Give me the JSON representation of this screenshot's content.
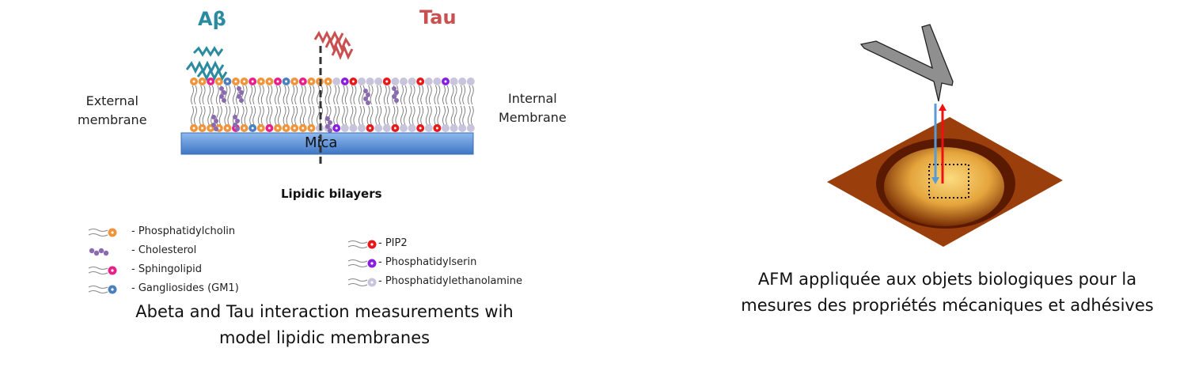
{
  "left_panel": {
    "abeta_label": "Aβ",
    "tau_label": "Tau",
    "external_label_line1": "External",
    "external_label_line2": "membrane",
    "internal_label_line1": "Internal",
    "internal_label_line2": "Membrane",
    "mica_label": "Mica",
    "title": "Lipidic bilayers",
    "legend_left": [
      {
        "label": "- Phosphatidylcholin",
        "color": "#f0943c"
      },
      {
        "label": "- Cholesterol",
        "color": "#8a6bb0"
      },
      {
        "label": "- Sphingolipid",
        "color": "#e8208a"
      },
      {
        "label": "- Gangliosides (GM1)",
        "color": "#4a7fc0"
      }
    ],
    "legend_right": [
      {
        "label": "- PIP2",
        "color": "#e81818"
      },
      {
        "label": "- Phosphatidylserin",
        "color": "#8a1ee0"
      },
      {
        "label": "- Phosphatidylethanolamine",
        "color": "#c8c4dc"
      }
    ],
    "caption_line1": "Abeta and Tau interaction measurements wih",
    "caption_line2": "model lipidic membranes",
    "colors": {
      "abeta": "#2a8aa0",
      "tau": "#c85050",
      "mica": "#5b8fd6"
    }
  },
  "right_panel": {
    "caption_line1": "AFM appliquée aux objets biologiques pour la",
    "caption_line2": "mesures des propriétés mécaniques et adhésives",
    "colors": {
      "approach_arrow": "#5b9bd5",
      "retract_arrow": "#ee1111",
      "surface": "#9a3f0c"
    }
  }
}
